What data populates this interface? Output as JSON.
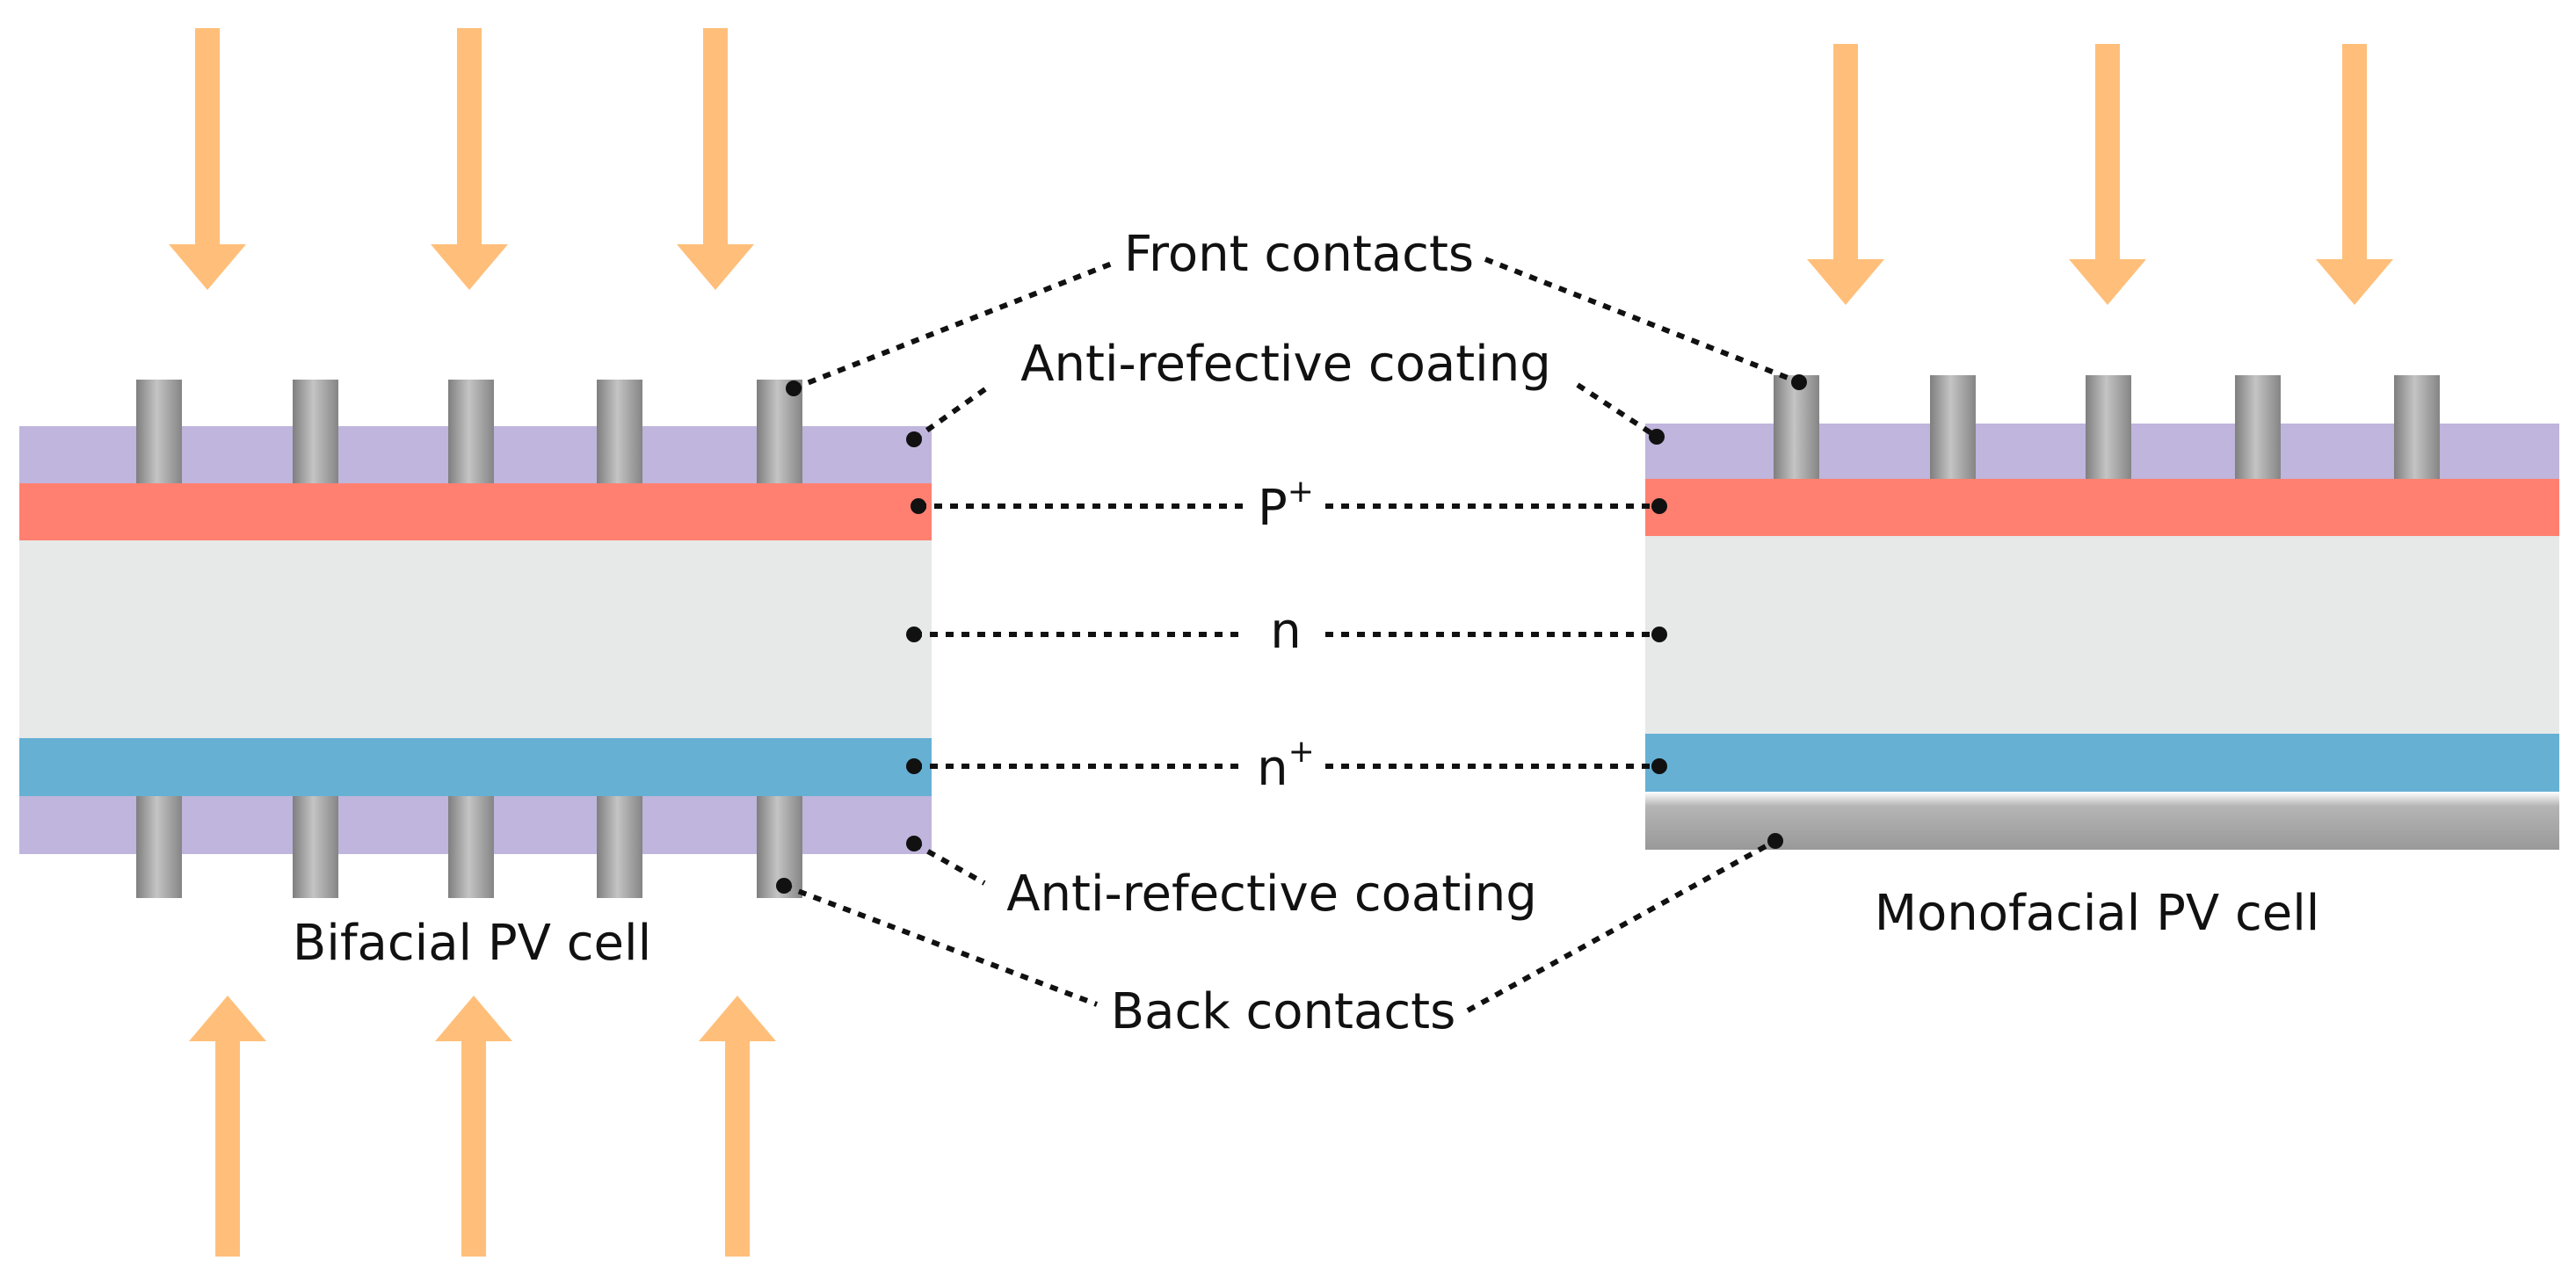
{
  "labels": {
    "front_contacts": "Front contacts",
    "anti_reflective_top": "Anti-refective coating",
    "p_plus_base": "P",
    "p_plus_sup": "+",
    "n": "n",
    "n_plus_base": "n",
    "n_plus_sup": "+",
    "anti_reflective_bottom": "Anti-refective coating",
    "back_contacts": "Back contacts",
    "bifacial_cell": "Bifacial PV cell",
    "monofacial_cell": "Monofacial PV cell"
  },
  "colors": {
    "arrow": "#FFBF7A",
    "anti_reflective": "#C0B5DC",
    "p_plus_layer": "#FF8070",
    "n_layer": "#E7E9E8",
    "n_plus_layer": "#66B0D4",
    "contact": "#9E9E9E",
    "back_metal": "#9A9A9A"
  }
}
